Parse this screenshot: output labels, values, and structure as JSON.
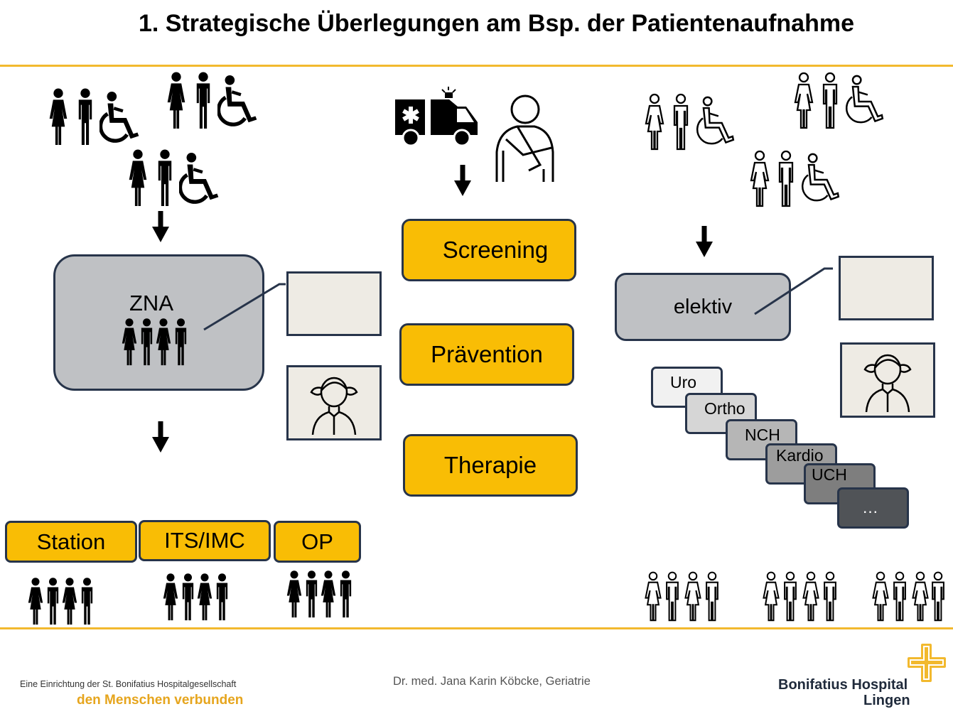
{
  "title": "1. Strategische Überlegungen am Bsp. der Patientenaufnahme",
  "zna": {
    "label": "ZNA"
  },
  "center": {
    "screening": "Screening",
    "praevention": "Prävention",
    "therapie": "Therapie"
  },
  "bottom_units": {
    "station": "Station",
    "its": "ITS/IMC",
    "op": "OP"
  },
  "elektiv": {
    "label": "elektiv"
  },
  "specialties": [
    "Uro",
    "Ortho",
    "NCH",
    "Kardio",
    "UCH",
    "…"
  ],
  "footer": {
    "line1": "Eine Einrichtung der St. Bonifatius Hospitalgesellschaft",
    "line2": "den Menschen verbunden",
    "author": "Dr. med. Jana Karin Köbcke, Geriatrie",
    "hospital_name": "Bonifatius Hospital",
    "hospital_city": "Lingen"
  },
  "colors": {
    "accent": "#F2B92E",
    "box_yellow": "#F9BD05",
    "box_grey": "#BFC1C4",
    "border": "#27344A"
  },
  "icons": [
    "person-group-icon",
    "wheelchair-icon",
    "ambulance-icon",
    "injured-person-icon",
    "doctor-icon",
    "arrow-down-icon",
    "hospital-cross-logo"
  ]
}
